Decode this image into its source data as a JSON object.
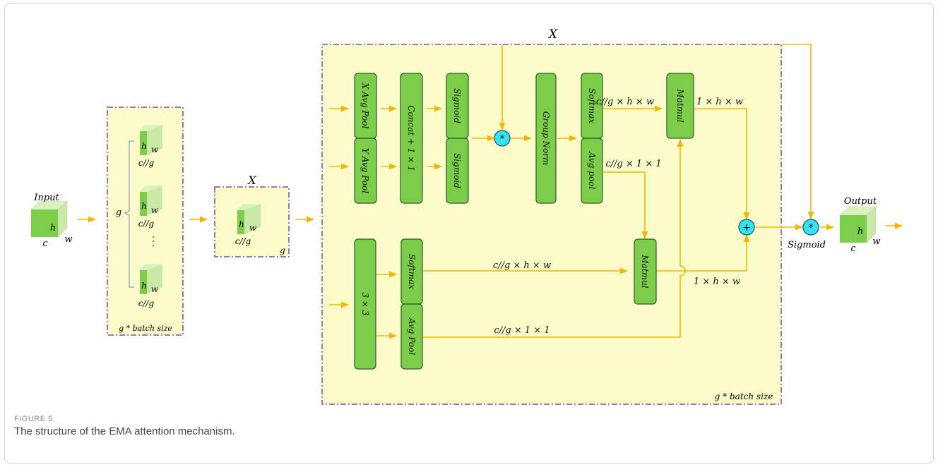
{
  "figure": {
    "label": "FIGURE 5",
    "caption": "The structure of the EMA attention mechanism."
  },
  "colors": {
    "panel_fill": "#fcfccb",
    "panel_border": "#7b4fa0",
    "block_fill": "#7ccd4a",
    "block_border": "#2f5a2a",
    "arrow": "#f2b800",
    "operator_fill": "#33e4f0",
    "cube_front": "#7ccd4a",
    "cube_side": "#c8eaa6"
  },
  "labels": {
    "input": "Input",
    "output": "Output",
    "x_top": "X",
    "x_mid": "X",
    "g_left": "g",
    "g_small": "g",
    "batch_left": "g * batch size",
    "batch_main": "g * batch size",
    "h": "h",
    "w": "w",
    "c": "c",
    "cg": "c//g",
    "vdots": "⋮",
    "sigmoid_out": "Sigmoid"
  },
  "blocks": {
    "x_avg_pool": "X Avg Pool",
    "y_avg_pool": "Y Avg Pool",
    "concat": "Concat + 1 × 1",
    "sigmoid1": "Sigmoid",
    "sigmoid2": "Sigmoid",
    "group_norm": "Group Norm",
    "softmax_top": "Softmax",
    "avgpool_top": "Avg pool",
    "matmul_top": "Matmul",
    "conv3": "3 × 3",
    "softmax_bot": "Softmax",
    "avgpool_bot": "Avg Pool",
    "matmul_mid": "Matmul"
  },
  "edge_labels": {
    "e1": "c//g × h × w",
    "e2": "1 × h × w",
    "e3": "c//g × 1 × 1",
    "e4": "c//g × h × w",
    "e5": "1 × h × w",
    "e6": "c//g × 1 × 1"
  },
  "operators": {
    "mul": "*",
    "add": "+"
  }
}
